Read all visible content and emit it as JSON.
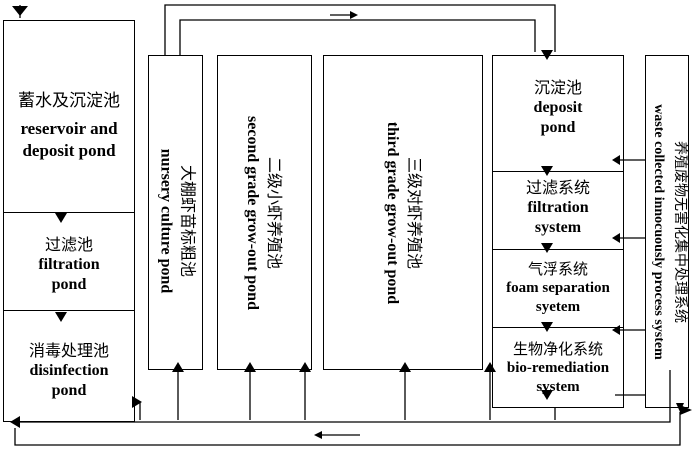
{
  "left_column": {
    "reservoir": {
      "zh": "蓄水及沉淀池",
      "en_1": "reservoir and",
      "en_2": "deposit pond"
    },
    "filtration": {
      "zh": "过滤池",
      "en_1": "filtration",
      "en_2": "pond"
    },
    "disinfection": {
      "zh": "消毒处理池",
      "en_1": "disinfection",
      "en_2": "pond"
    }
  },
  "ponds": {
    "nursery": {
      "zh": "大棚虾苗标粗池",
      "en": "nursery culture pond"
    },
    "second": {
      "zh": "二级小虾养殖池",
      "en": "second grade grow-out pond"
    },
    "third": {
      "zh": "三级对虾养殖池",
      "en": "third grade grow-out pond"
    }
  },
  "right_column": {
    "deposit": {
      "zh": "沉淀池",
      "en_1": "deposit",
      "en_2": "pond"
    },
    "filtration_system": {
      "zh": "过滤系统",
      "en_1": "filtration",
      "en_2": "system"
    },
    "foam": {
      "zh": "气浮系统",
      "en_1": "foam separation",
      "en_2": "syetem"
    },
    "bio": {
      "zh": "生物净化系统",
      "en_1": "bio-remediation",
      "en_2": "system"
    }
  },
  "waste_system": {
    "zh": "养殖废物无害化集中处理系统",
    "en": "waste collected innocuously process system"
  }
}
